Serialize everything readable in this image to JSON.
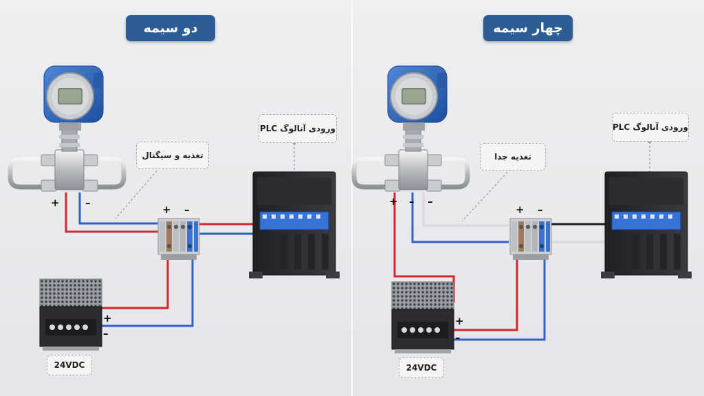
{
  "left": {
    "title": "دو سیمه",
    "signal_label": "تغذیه و سیگنال",
    "plc_label": "ورودی آنالوگ PLC",
    "psu_label": "24VDC",
    "transmitter_plus": "+",
    "transmitter_minus": "–",
    "terminal_plus": "+",
    "terminal_minus": "–",
    "psu_plus": "+",
    "psu_minus": "–"
  },
  "right": {
    "title": "چهار سیمه",
    "signal_label": "تغذیه جدا",
    "plc_label": "ورودی آنالوگ PLC",
    "psu_label": "24VDC",
    "transmitter_plus": "+",
    "transmitter_minus": "–",
    "transmitter_minus2": "–",
    "terminal_plus": "+",
    "terminal_minus": "–",
    "psu_plus": "+",
    "psu_minus": "–"
  },
  "colors": {
    "accent": "#2e5d96",
    "wire_red": "#d9262c",
    "wire_blue": "#2f5fc9",
    "wire_white": "#d6d8dc",
    "wire_black": "#1b1b1b",
    "terminal_blue": "#3574d6",
    "plc_body": "#2a2b2e"
  }
}
